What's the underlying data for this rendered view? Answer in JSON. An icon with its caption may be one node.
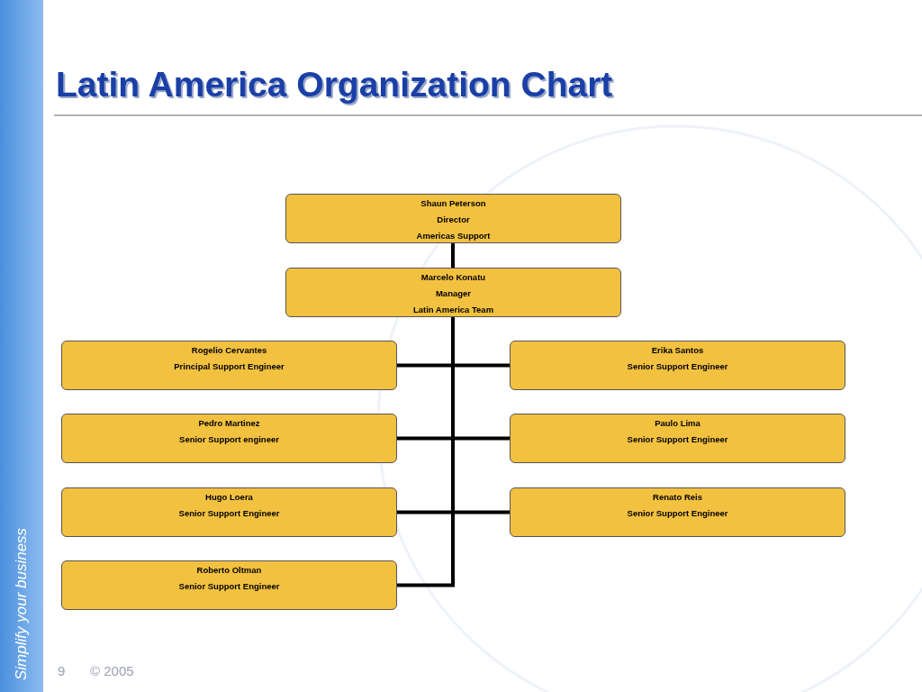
{
  "diagram": {
    "title": "Latin America Organization Chart",
    "nodes": [
      {
        "text": [
          "Shaun Peterson",
          "Director",
          "Americas Support"
        ]
      },
      {
        "text": [
          "Marcelo Konatu",
          "Manager",
          "Latin America Team"
        ]
      },
      {
        "text": [
          "Rogelio Cervantes",
          "Principal Support Engineer"
        ]
      },
      {
        "text": [
          "Erika Santos",
          "Senior Support Engineer"
        ]
      },
      {
        "text": [
          "Pedro Martinez",
          "Senior Support engineer"
        ]
      },
      {
        "text": [
          "Paulo Lima",
          "Senior Support Engineer"
        ]
      },
      {
        "text": [
          "Hugo Loera",
          "Senior Support Engineer"
        ]
      },
      {
        "text": [
          "Renato Reis",
          "Senior Support Engineer"
        ]
      },
      {
        "text": [
          "Roberto Oltman",
          "Senior Support Engineer"
        ]
      }
    ],
    "edges": [
      {
        "from": 0,
        "to": 1,
        "arrow": "none"
      },
      {
        "from": 1,
        "to": 2,
        "arrow": "none"
      },
      {
        "from": 1,
        "to": 3,
        "arrow": "none"
      },
      {
        "from": 1,
        "to": 4,
        "arrow": "none"
      },
      {
        "from": 1,
        "to": 5,
        "arrow": "none"
      },
      {
        "from": 1,
        "to": 6,
        "arrow": "none"
      },
      {
        "from": 1,
        "to": 7,
        "arrow": "none"
      },
      {
        "from": 1,
        "to": 8,
        "arrow": "none"
      }
    ],
    "labels": [
      "Simplify your business",
      "9",
      "© 2005"
    ]
  }
}
